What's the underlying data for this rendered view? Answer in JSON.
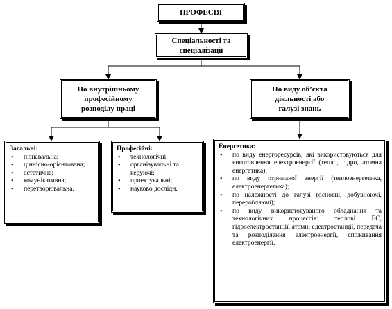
{
  "root": {
    "label": "ПРОФЕСІЯ"
  },
  "level2": {
    "line1": "Спеціальності та",
    "line2": "спеціалізації"
  },
  "left_branch": {
    "line1": "По внутрішньому",
    "line2": "професійному",
    "line3": "розподілу праці"
  },
  "right_branch": {
    "line1": "По виду об’єкта",
    "line2": "діяльності або",
    "line3": "галузі знань"
  },
  "general": {
    "heading": "Загальні:",
    "items": [
      "пізнавальна;",
      "ціннісно-орієнтована;",
      "естетична;",
      "комунікативна;",
      "перетворювальна."
    ]
  },
  "professional": {
    "heading": "Професійні:",
    "items": [
      "технологічні;",
      "організувальні та керуючі;",
      "проектувальні;",
      "науково дослідн."
    ]
  },
  "energy": {
    "heading": "Енергетика:",
    "items": [
      "по виду енергоресурсів, які використовуються для виготовлення електроенергії (тепло, гідро, атомна енергетика);",
      "по виду отриманої енергії (теплоенергетика, електроенергетика);",
      "по належності до галузі (основні, добувноючі, переробляючі);",
      "по виду використовуваного обладнання та технологічних процессів: теплові ЕС, гідроелектростанції, атомні електростанції, передача та розподілення електроенергії, споживання електроенергії."
    ]
  }
}
